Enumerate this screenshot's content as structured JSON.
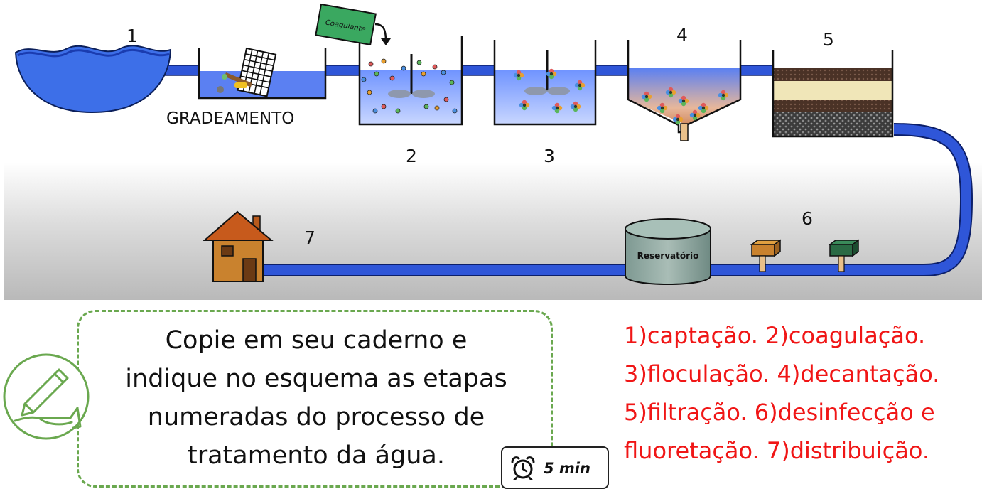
{
  "diagram": {
    "stage_numbers": [
      "1",
      "2",
      "3",
      "4",
      "5",
      "6",
      "7"
    ],
    "grade_label": "GRADEAMENTO",
    "coagulant_label": "Coagulante",
    "reservoir_label": "Reservatório"
  },
  "instruction": {
    "lines": [
      "Copie em seu caderno e",
      "indique no esquema as etapas",
      "numeradas do processo de",
      "tratamento da água."
    ]
  },
  "timer": {
    "label": "5 min",
    "icon": "alarm-clock-icon"
  },
  "answers": {
    "lines": [
      "1)captação. 2)coagulação.",
      "3)floculação. 4)decantação.",
      "5)filtração. 6)desinfecção e",
      "fluoretação. 7)distribuição."
    ]
  },
  "colors": {
    "water": "#3d6fe8",
    "pipe": "#2f56d8",
    "answer_text": "#f01616",
    "dashed_border": "#6aa84f",
    "coagulant_box": "#3aa860"
  }
}
